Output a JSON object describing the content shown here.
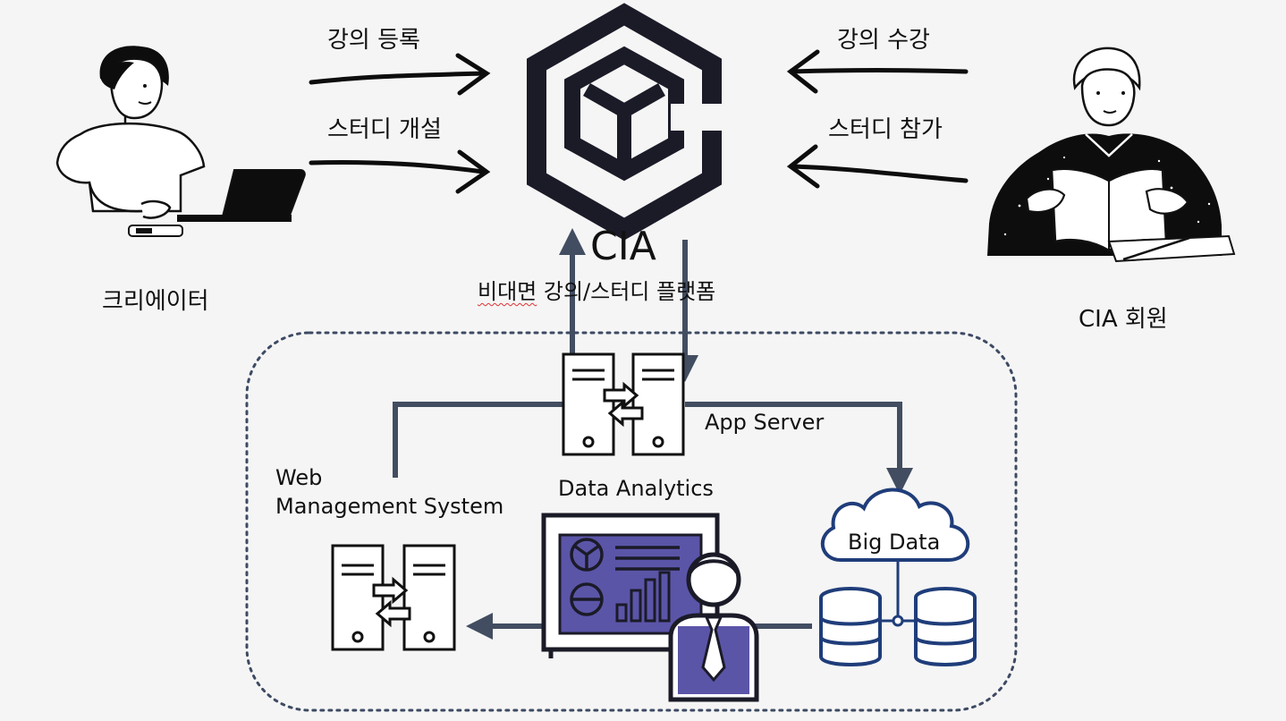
{
  "labels": {
    "creator": "크리에이터",
    "member": "CIA 회원",
    "register_course": "강의 등록",
    "open_study": "스터디 개설",
    "take_course": "강의 수강",
    "join_study": "스터디 참가",
    "brand": "CIA",
    "tagline_a": "비대면",
    "tagline_b": " 강의/스터디 플랫폼",
    "app_server": "App Server",
    "web_mgmt_line1": "Web",
    "web_mgmt_line2": "Management System",
    "data_analytics": "Data Analytics",
    "big_data": "Big Data"
  },
  "colors": {
    "background": "#f5f5f5",
    "logo": "#1b1b28",
    "arrow": "#424d61",
    "dotted_border": "#3d4a63",
    "cloud_db": "#1f3d7a",
    "board_screen": "#5b55a8",
    "server_stroke": "#111111"
  },
  "icons": {
    "creator": "person-with-laptop-icon",
    "member": "person-reading-icon",
    "logo": "cia-hexagon-logo-icon",
    "server": "server-pair-icon",
    "analytics": "presentation-board-icon",
    "big_data": "cloud-database-icon"
  }
}
